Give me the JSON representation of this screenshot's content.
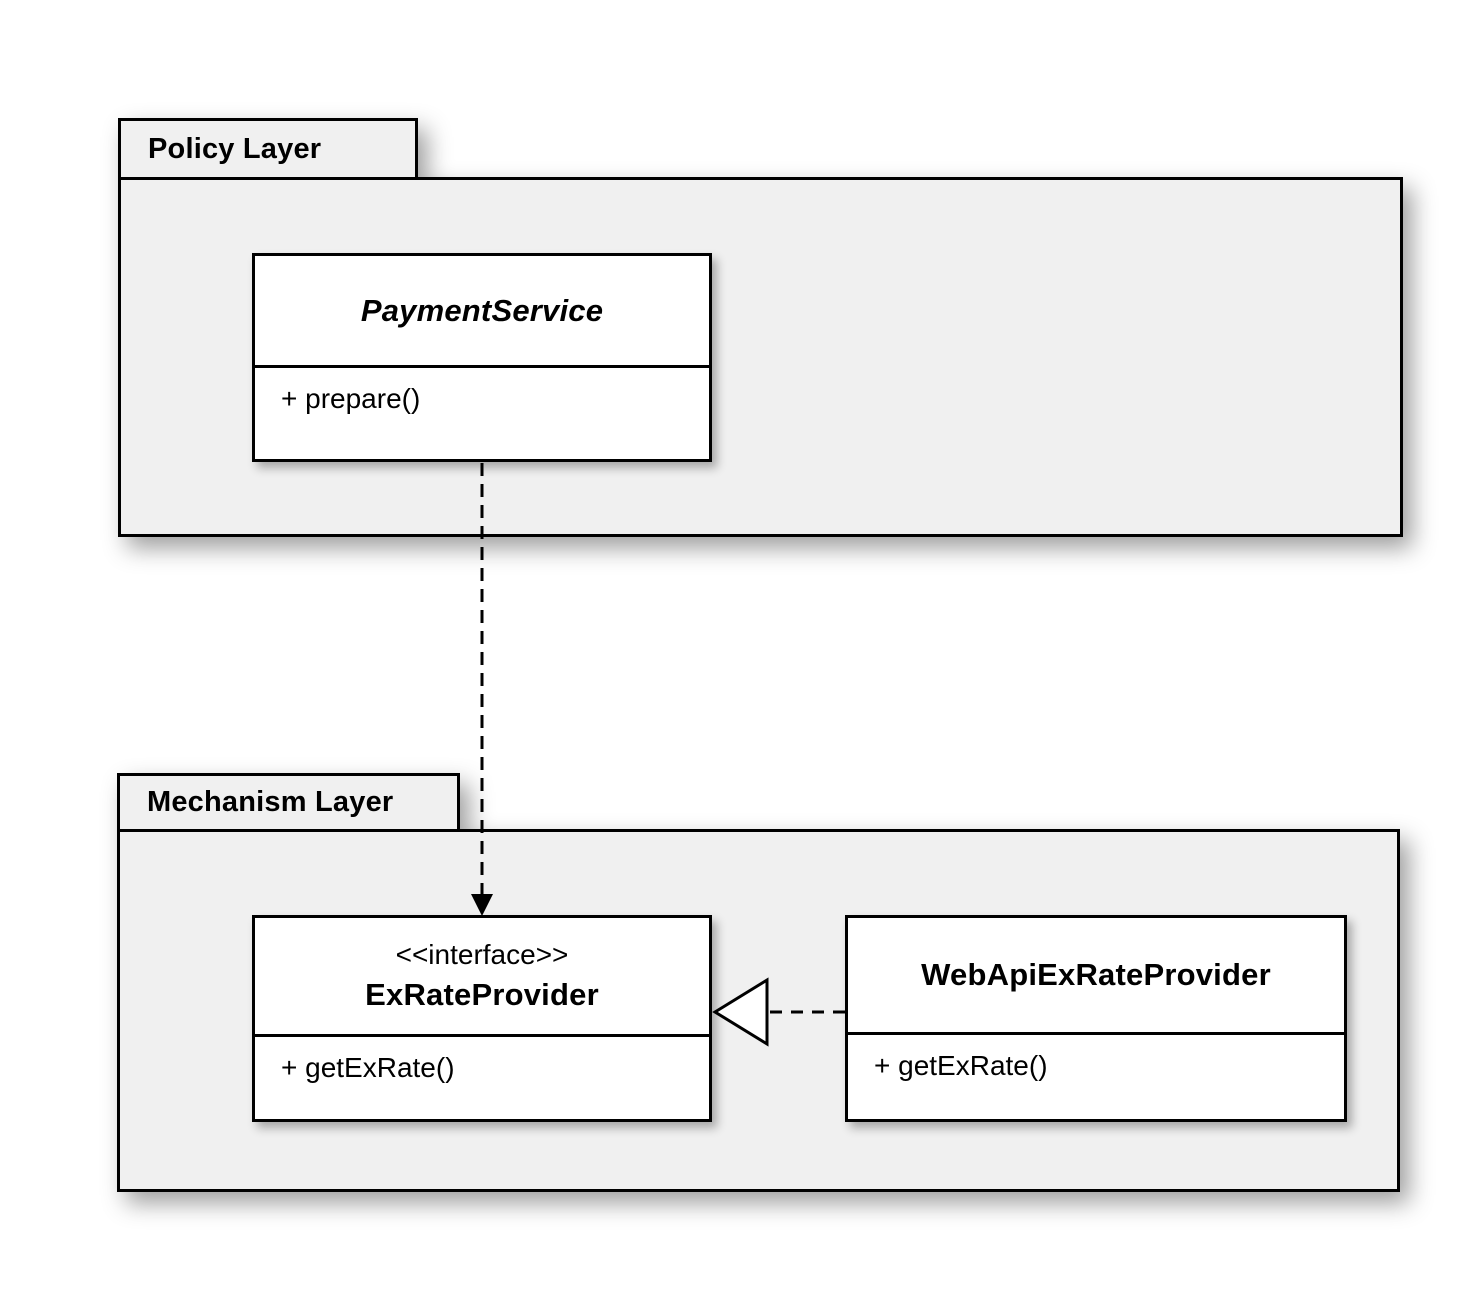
{
  "diagram": {
    "packages": [
      {
        "label": "Policy Layer"
      },
      {
        "label": "Mechanism Layer"
      }
    ],
    "classes": {
      "payment_service": {
        "name": "PaymentService",
        "abstract": true,
        "method": "+ prepare()"
      },
      "ex_rate_provider": {
        "stereotype": "<<interface>>",
        "name": "ExRateProvider",
        "method": "+ getExRate()"
      },
      "web_api_ex_rate_provider": {
        "name": "WebApiExRateProvider",
        "method": "+ getExRate()"
      }
    },
    "relationships": [
      {
        "type": "dependency",
        "from": "PaymentService",
        "to": "ExRateProvider",
        "line_style": "dashed",
        "arrowhead": "filled-triangle-down"
      },
      {
        "type": "realization",
        "from": "WebApiExRateProvider",
        "to": "ExRateProvider",
        "line_style": "dashed",
        "arrowhead": "hollow-triangle-left"
      }
    ],
    "colors": {
      "package_fill": "#f0f0f0",
      "class_fill": "#ffffff",
      "border": "#000000",
      "background": "#ffffff",
      "text": "#000000"
    }
  }
}
